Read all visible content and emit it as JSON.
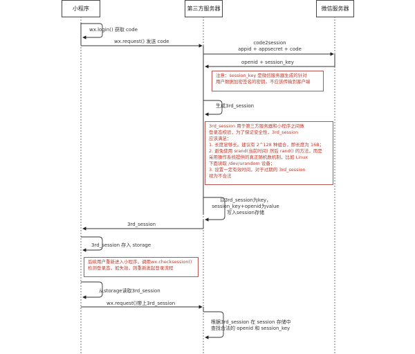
{
  "actors": [
    {
      "id": "miniprogram",
      "label": "小程序"
    },
    {
      "id": "thirdparty",
      "label": "第三方服务器"
    },
    {
      "id": "wechat",
      "label": "微信服务器"
    }
  ],
  "messages": [
    {
      "from": "miniprogram",
      "to": "miniprogram",
      "label": "wx.login() 获取 code"
    },
    {
      "from": "miniprogram",
      "to": "thirdparty",
      "label": "wx.request() 发送 code"
    },
    {
      "from": "thirdparty",
      "to": "wechat",
      "label_line1": "code2session",
      "label_line2": "appid + appsecret + code"
    },
    {
      "from": "wechat",
      "to": "thirdparty",
      "label": "openid + session_key"
    },
    {
      "from": "thirdparty",
      "to": "thirdparty",
      "label": "生成3rd_session"
    },
    {
      "from": "thirdparty",
      "to": "thirdparty",
      "label_line1": "以3rd_session为key，",
      "label_line2": "session_key+openid为value",
      "label_line3": "写入session存储"
    },
    {
      "from": "thirdparty",
      "to": "miniprogram",
      "label": "3rd_session"
    },
    {
      "from": "miniprogram",
      "to": "miniprogram",
      "label": "3rd_session 存入 storage"
    },
    {
      "from": "miniprogram",
      "to": "miniprogram",
      "label": "从storage读取3rd_session"
    },
    {
      "from": "miniprogram",
      "to": "thirdparty",
      "label": "wx.request()带上3rd_session"
    },
    {
      "from": "thirdparty",
      "to": "thirdparty",
      "label_line1": "根据3rd_session 在 session 存储中",
      "label_line2": "查找合法的 openid 和 session_key"
    }
  ],
  "notes": [
    {
      "lines": [
        "注意：session_key 是微信服务器生成的针对",
        "用户数据加密签名的密钥，不应该传输到客户端"
      ]
    },
    {
      "lines": [
        "3rd_session 用于第三方服务器和小程序之间做",
        "登录态校验，为了保证安全性，3rd_session",
        "应该满足：",
        "1. 长度足够长。建议有 2^128 种组合，即长度为 16B；",
        "2. 避免使用 srand(当前时间) 然后 rand() 的方法，而是",
        "采用操作系统提供的真正随机数机制，比如 Linux",
        "下面读取 /dev/urandom 设备；",
        "3. 设置一定有效时间，对于过期的 3rd_session",
        "视为不合法"
      ]
    },
    {
      "lines": [
        "后续用户重新进入小程序，调用wx.checksession()",
        "检测登录态，如失效，则重新发起登录流程"
      ]
    }
  ],
  "colors": {
    "line": "#333333",
    "note_border": "#b85450",
    "note_text": "#c0392b"
  }
}
